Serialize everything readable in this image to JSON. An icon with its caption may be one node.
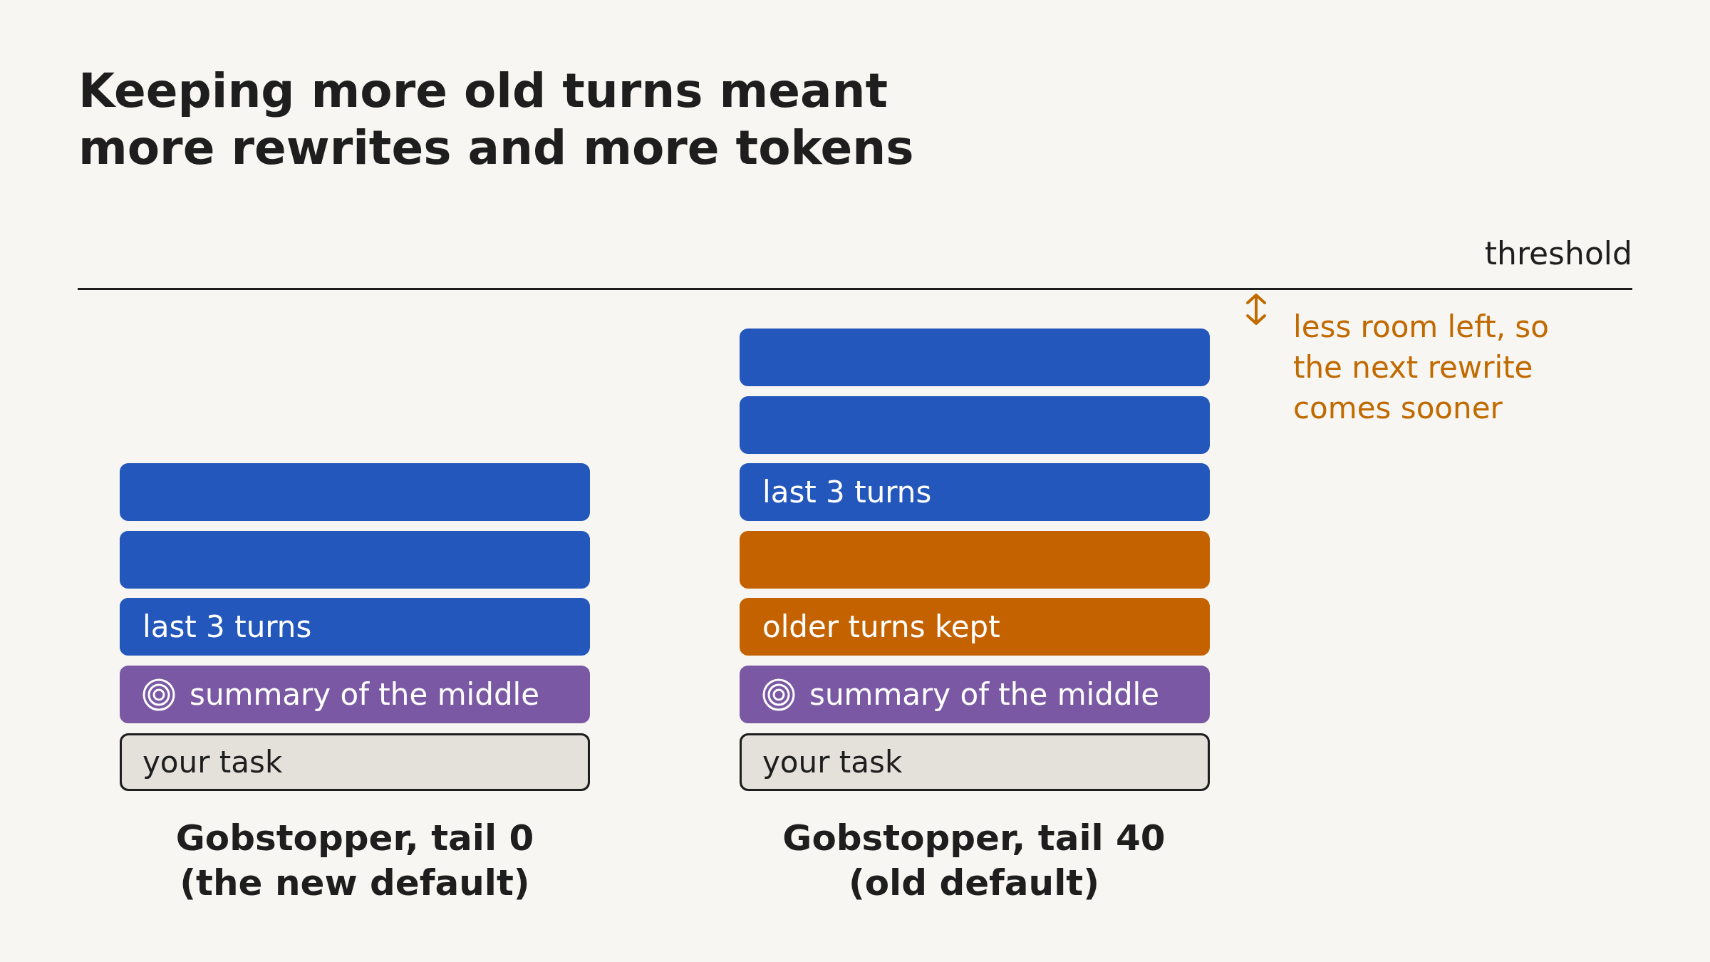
{
  "diagram": {
    "title": "Keeping more old turns meant more rewrites and more tokens",
    "nodes": [
      {
        "text": [],
        "shape": "bar"
      },
      {
        "text": [],
        "shape": "bar"
      },
      {
        "text": [
          "last 3 turns"
        ]
      },
      {
        "text": [
          "summary of the middle"
        ]
      },
      {
        "text": [
          "your task"
        ]
      },
      {
        "text": [],
        "shape": "bar"
      },
      {
        "text": [],
        "shape": "bar"
      },
      {
        "text": [
          "last 3 turns"
        ]
      },
      {
        "text": [],
        "shape": "bar"
      },
      {
        "text": [
          "older turns kept"
        ]
      },
      {
        "text": [
          "summary of the middle"
        ]
      },
      {
        "text": [
          "your task"
        ]
      }
    ],
    "edges": [],
    "labels": [
      "threshold",
      "less room left, so the next rewrite comes sooner",
      "Gobstopper, tail 0 (the new default)",
      "Gobstopper, tail 40 (old default)"
    ]
  }
}
